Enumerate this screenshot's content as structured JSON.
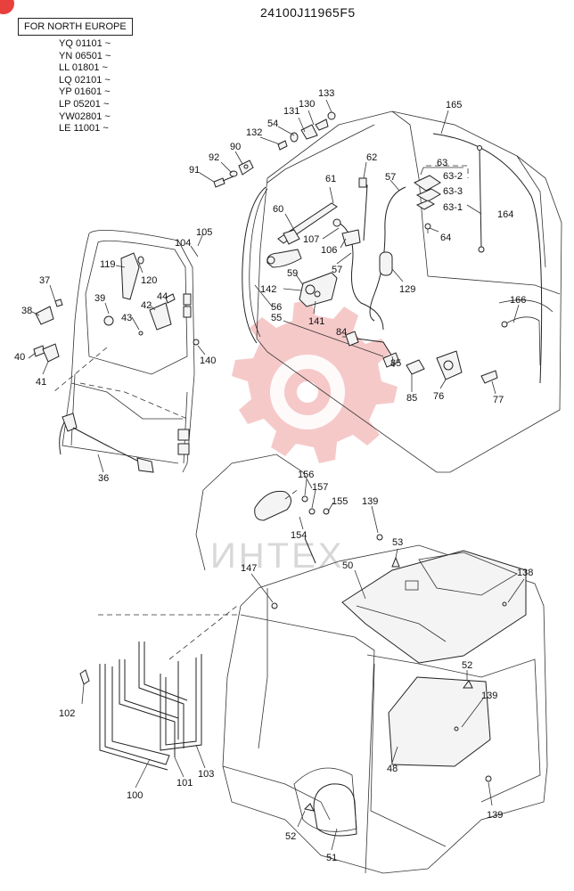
{
  "header": {
    "part_number": "24100J11965F5",
    "region_label": "FOR NORTH EUROPE",
    "serials": [
      "YQ 01101 ~",
      "YN 06501 ~",
      "LL 01801 ~",
      "LQ 02101 ~",
      "YP 01601 ~",
      "LP 05201 ~",
      "YW02801 ~",
      "LE 11001 ~"
    ]
  },
  "watermark": {
    "text": "ИНТЕХ",
    "color": "#f0a8a8"
  },
  "colors": {
    "line": "#222222",
    "badge": "#e8403c"
  },
  "callouts": {
    "c165": "165",
    "c133": "133",
    "c130": "130",
    "c131": "131",
    "c54": "54",
    "c132": "132",
    "c90": "90",
    "c92": "92",
    "c91": "91",
    "c62": "62",
    "c63": "63",
    "c63_2": "63-2",
    "c63_3": "63-3",
    "c63_1": "63-1",
    "c57a": "57",
    "c61": "61",
    "c164": "164",
    "c64": "64",
    "c60": "60",
    "c107": "107",
    "c106": "106",
    "c57b": "57",
    "c105": "105",
    "c104": "104",
    "c119": "119",
    "c120": "120",
    "c37": "37",
    "c38": "38",
    "c39": "39",
    "c43": "43",
    "c42": "42",
    "c44": "44",
    "c40": "40",
    "c41": "41",
    "c140": "140",
    "c36": "36",
    "c59": "59",
    "c142": "142",
    "c141": "141",
    "c56": "56",
    "c55": "55",
    "c129": "129",
    "c166": "166",
    "c84": "84",
    "c85a": "85",
    "c85b": "85",
    "c76": "76",
    "c77": "77",
    "c156": "156",
    "c157": "157",
    "c155": "155",
    "c154": "154",
    "c139a": "139",
    "c53": "53",
    "c50": "50",
    "c138": "138",
    "c147": "147",
    "c52a": "52",
    "c139b": "139",
    "c48": "48",
    "c139c": "139",
    "c52b": "52",
    "c51": "51",
    "c102": "102",
    "c100": "100",
    "c101": "101",
    "c103": "103"
  }
}
